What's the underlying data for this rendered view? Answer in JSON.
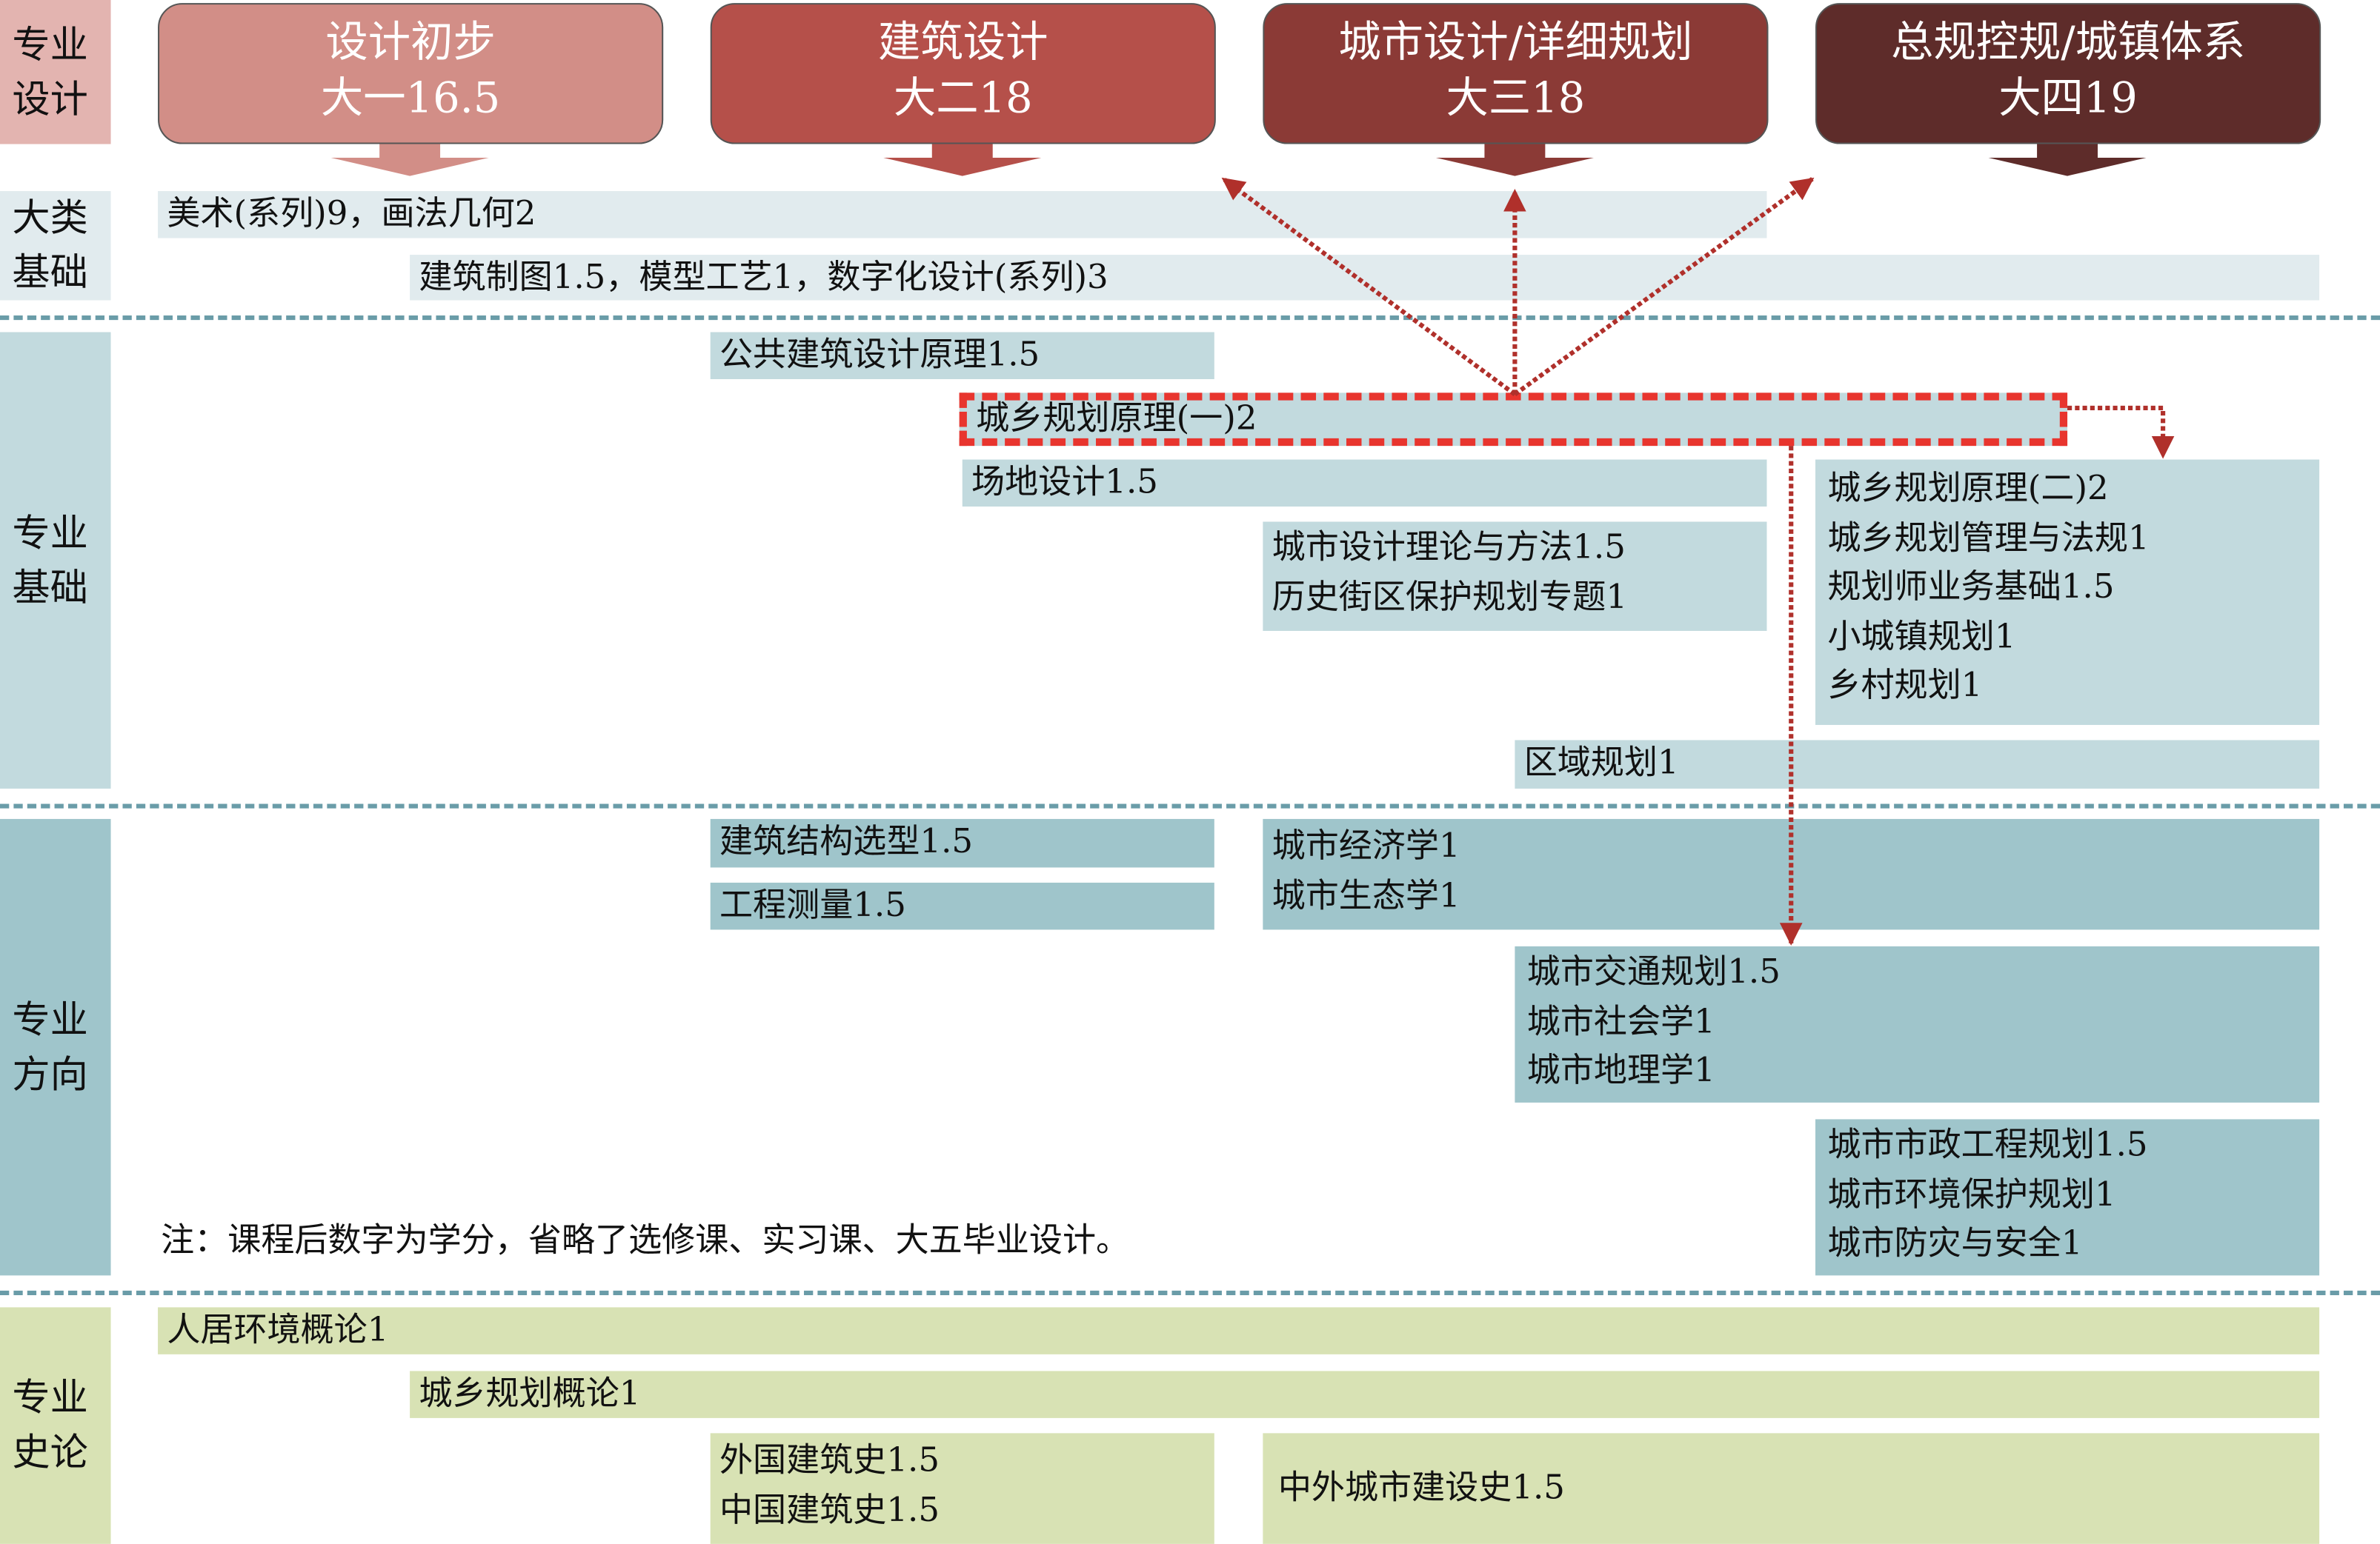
{
  "row_labels": {
    "design": [
      "专业",
      "设计"
    ],
    "general": [
      "大类",
      "基础"
    ],
    "foundation": [
      "专业",
      "基础"
    ],
    "direction": [
      "专业",
      "方向"
    ],
    "history": [
      "专业",
      "史论"
    ]
  },
  "headers": [
    {
      "title": "设计初步",
      "sub": "大一16.5",
      "color": "#d28e87"
    },
    {
      "title": "建筑设计",
      "sub": "大二18",
      "color": "#b5504a"
    },
    {
      "title": "城市设计/详细规划",
      "sub": "大三18",
      "color": "#8b3a36"
    },
    {
      "title": "总规控规/城镇体系",
      "sub": "大四19",
      "color": "#5e2c2a"
    }
  ],
  "general": [
    "美术(系列)9，画法几何2",
    "建筑制图1.5，模型工艺1，数字化设计(系列)3"
  ],
  "foundation": {
    "public_building": "公共建筑设计原理1.5",
    "planning_principle_1": "城乡规划原理(一)2",
    "site_design": "场地设计1.5",
    "urban_design": [
      "城市设计理论与方法1.5",
      "历史街区保护规划专题1"
    ],
    "year4": [
      "城乡规划原理(二)2",
      "城乡规划管理与法规1",
      "规划师业务基础1.5",
      "小城镇规划1",
      "乡村规划1"
    ],
    "regional": "区域规划1"
  },
  "direction": {
    "structure": "建筑结构选型1.5",
    "survey": "工程测量1.5",
    "economy": [
      "城市经济学1",
      "城市生态学1"
    ],
    "transport": [
      "城市交通规划1.5",
      "城市社会学1",
      "城市地理学1"
    ],
    "infrastructure": [
      "城市市政工程规划1.5",
      "城市环境保护规划1",
      "城市防灾与安全1"
    ],
    "note": "注：课程后数字为学分，省略了选修课、实习课、大五毕业设计。"
  },
  "history": {
    "habitat": "人居环境概论1",
    "planning_intro": "城乡规划概论1",
    "arch_history": [
      "外国建筑史1.5",
      "中国建筑史1.5"
    ],
    "city_history": "中外城市建设史1.5"
  },
  "colors": {
    "highlight": "#e8352e",
    "arrow": "#b0302b",
    "divider": "#6a9ca8"
  }
}
